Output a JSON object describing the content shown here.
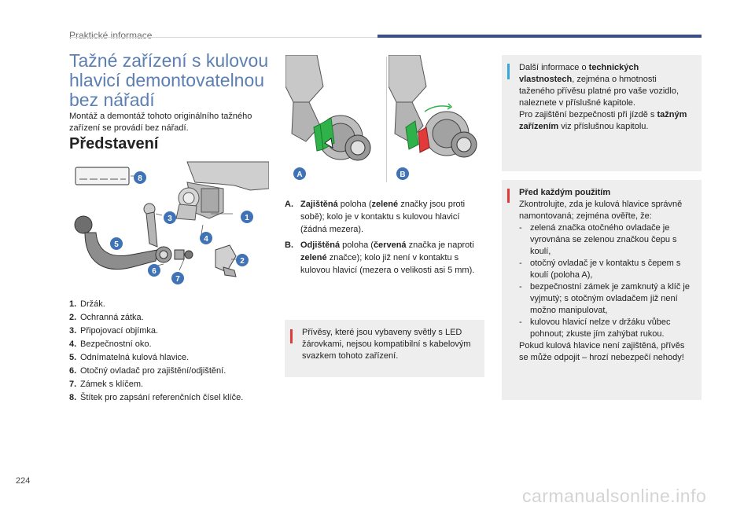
{
  "header": {
    "section": "Praktické informace"
  },
  "title": "Tažné zařízení s kulovou hlavicí demontovatelnou bez nářadí",
  "intro": "Montáž a demontáž tohoto originálního tažného zařízení se provádí bez nářadí.",
  "presentation": {
    "heading": "Představení",
    "items": [
      {
        "num": "1.",
        "text": "Držák."
      },
      {
        "num": "2.",
        "text": "Ochranná zátka."
      },
      {
        "num": "3.",
        "text": "Připojovací objímka."
      },
      {
        "num": "4.",
        "text": "Bezpečnostní oko."
      },
      {
        "num": "5.",
        "text": "Odnímatelná kulová hlavice."
      },
      {
        "num": "6.",
        "text": "Otočný ovladač pro zajištění/odjištění."
      },
      {
        "num": "7.",
        "text": "Zámek s klíčem."
      },
      {
        "num": "8.",
        "text": "Štítek pro zapsání referenčních čísel klíče."
      }
    ],
    "callouts": [
      "1",
      "2",
      "3",
      "4",
      "5",
      "6",
      "7",
      "8"
    ]
  },
  "figures": {
    "a_label": "A",
    "b_label": "B"
  },
  "states": {
    "a": {
      "letter": "A.",
      "bold": "Zajištěná",
      "t1": " poloha (",
      "bold2": "zelené",
      "t2": " značky jsou proti sobě); kolo je v kontaktu s kulovou hlavicí (žádná mezera)."
    },
    "b": {
      "letter": "B.",
      "bold": "Odjištěná",
      "t1": " poloha (",
      "bold2": "červená",
      "t2": " značka je naproti ",
      "bold3": "zelené",
      "t3": " značce); kolo již není v kontaktu s kulovou hlavicí (mezera o velikosti asi 5 mm)."
    }
  },
  "note_trailers": "Přívěsy, které jsou vybaveny světly s LED žárovkami, nejsou kompatibilní s kabelovým svazkem tohoto zařízení.",
  "note_info": {
    "t1": "Další informace o ",
    "b1": "technických vlastnostech",
    "t2": ", zejména o hmotnosti taženého přívěsu platné pro vaše vozidlo, naleznete v příslušné kapitole.",
    "t3": "Pro zajištění bezpečnosti při jízdě s ",
    "b2": "tažným zařízením",
    "t4": " viz příslušnou kapitolu."
  },
  "note_warning": {
    "title": "Před každým použitím",
    "intro": "Zkontrolujte, zda je kulová hlavice správně namontovaná; zejména ověřte, že:",
    "dash": "-",
    "items": [
      "zelená značka otočného ovladače je vyrovnána se zelenou značkou čepu s koulí,",
      "otočný ovladač je v kontaktu s čepem s koulí (poloha A),",
      "bezpečnostní zámek je zamknutý a klíč je vyjmutý; s otočným ovladačem již není možno manipulovat,",
      "kulovou hlavicí nelze v držáku vůbec pohnout; zkuste jím zahýbat rukou."
    ],
    "outro": "Pokud kulová hlavice není zajištěná, přívěs se může odpojit – hrozí nebezpečí nehody!"
  },
  "footer": {
    "page": "224",
    "watermark": "carmanualsonline.info"
  },
  "colors": {
    "title_blue": "#5c7fb3",
    "callout_blue": "#3f73b5",
    "warn_red": "#e03a3a",
    "info_blue": "#36a8d8",
    "mark_green": "#2fb24a",
    "mark_red": "#e03a3a"
  }
}
